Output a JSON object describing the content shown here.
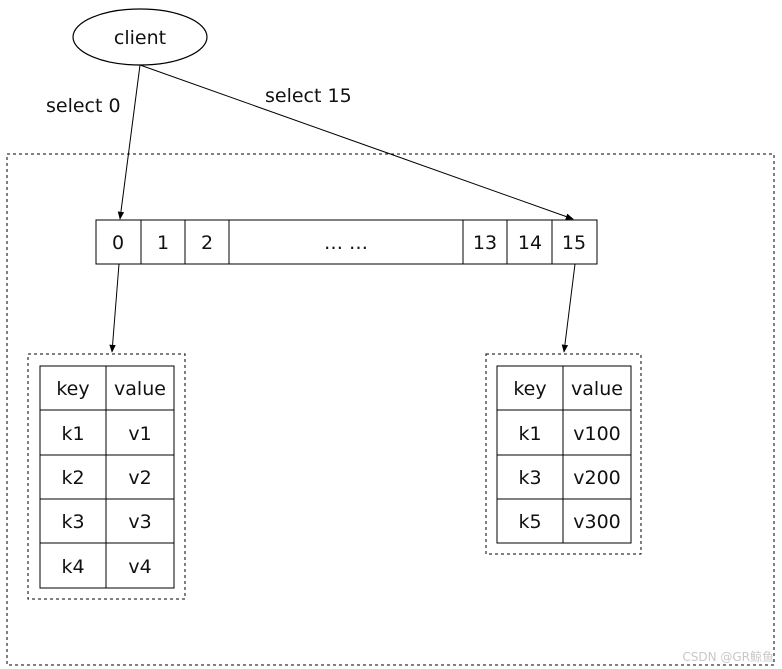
{
  "client": {
    "label": "client"
  },
  "commands": {
    "left": "select 0",
    "right": "select 15"
  },
  "db_slots": [
    "0",
    "1",
    "2",
    "… …",
    "13",
    "14",
    "15"
  ],
  "table_left": {
    "header": [
      "key",
      "value"
    ],
    "rows": [
      [
        "k1",
        "v1"
      ],
      [
        "k2",
        "v2"
      ],
      [
        "k3",
        "v3"
      ],
      [
        "k4",
        "v4"
      ]
    ]
  },
  "table_right": {
    "header": [
      "key",
      "value"
    ],
    "rows": [
      [
        "k1",
        "v100"
      ],
      [
        "k3",
        "v200"
      ],
      [
        "k5",
        "v300"
      ]
    ]
  },
  "watermark": "CSDN @GR鲸鱼"
}
